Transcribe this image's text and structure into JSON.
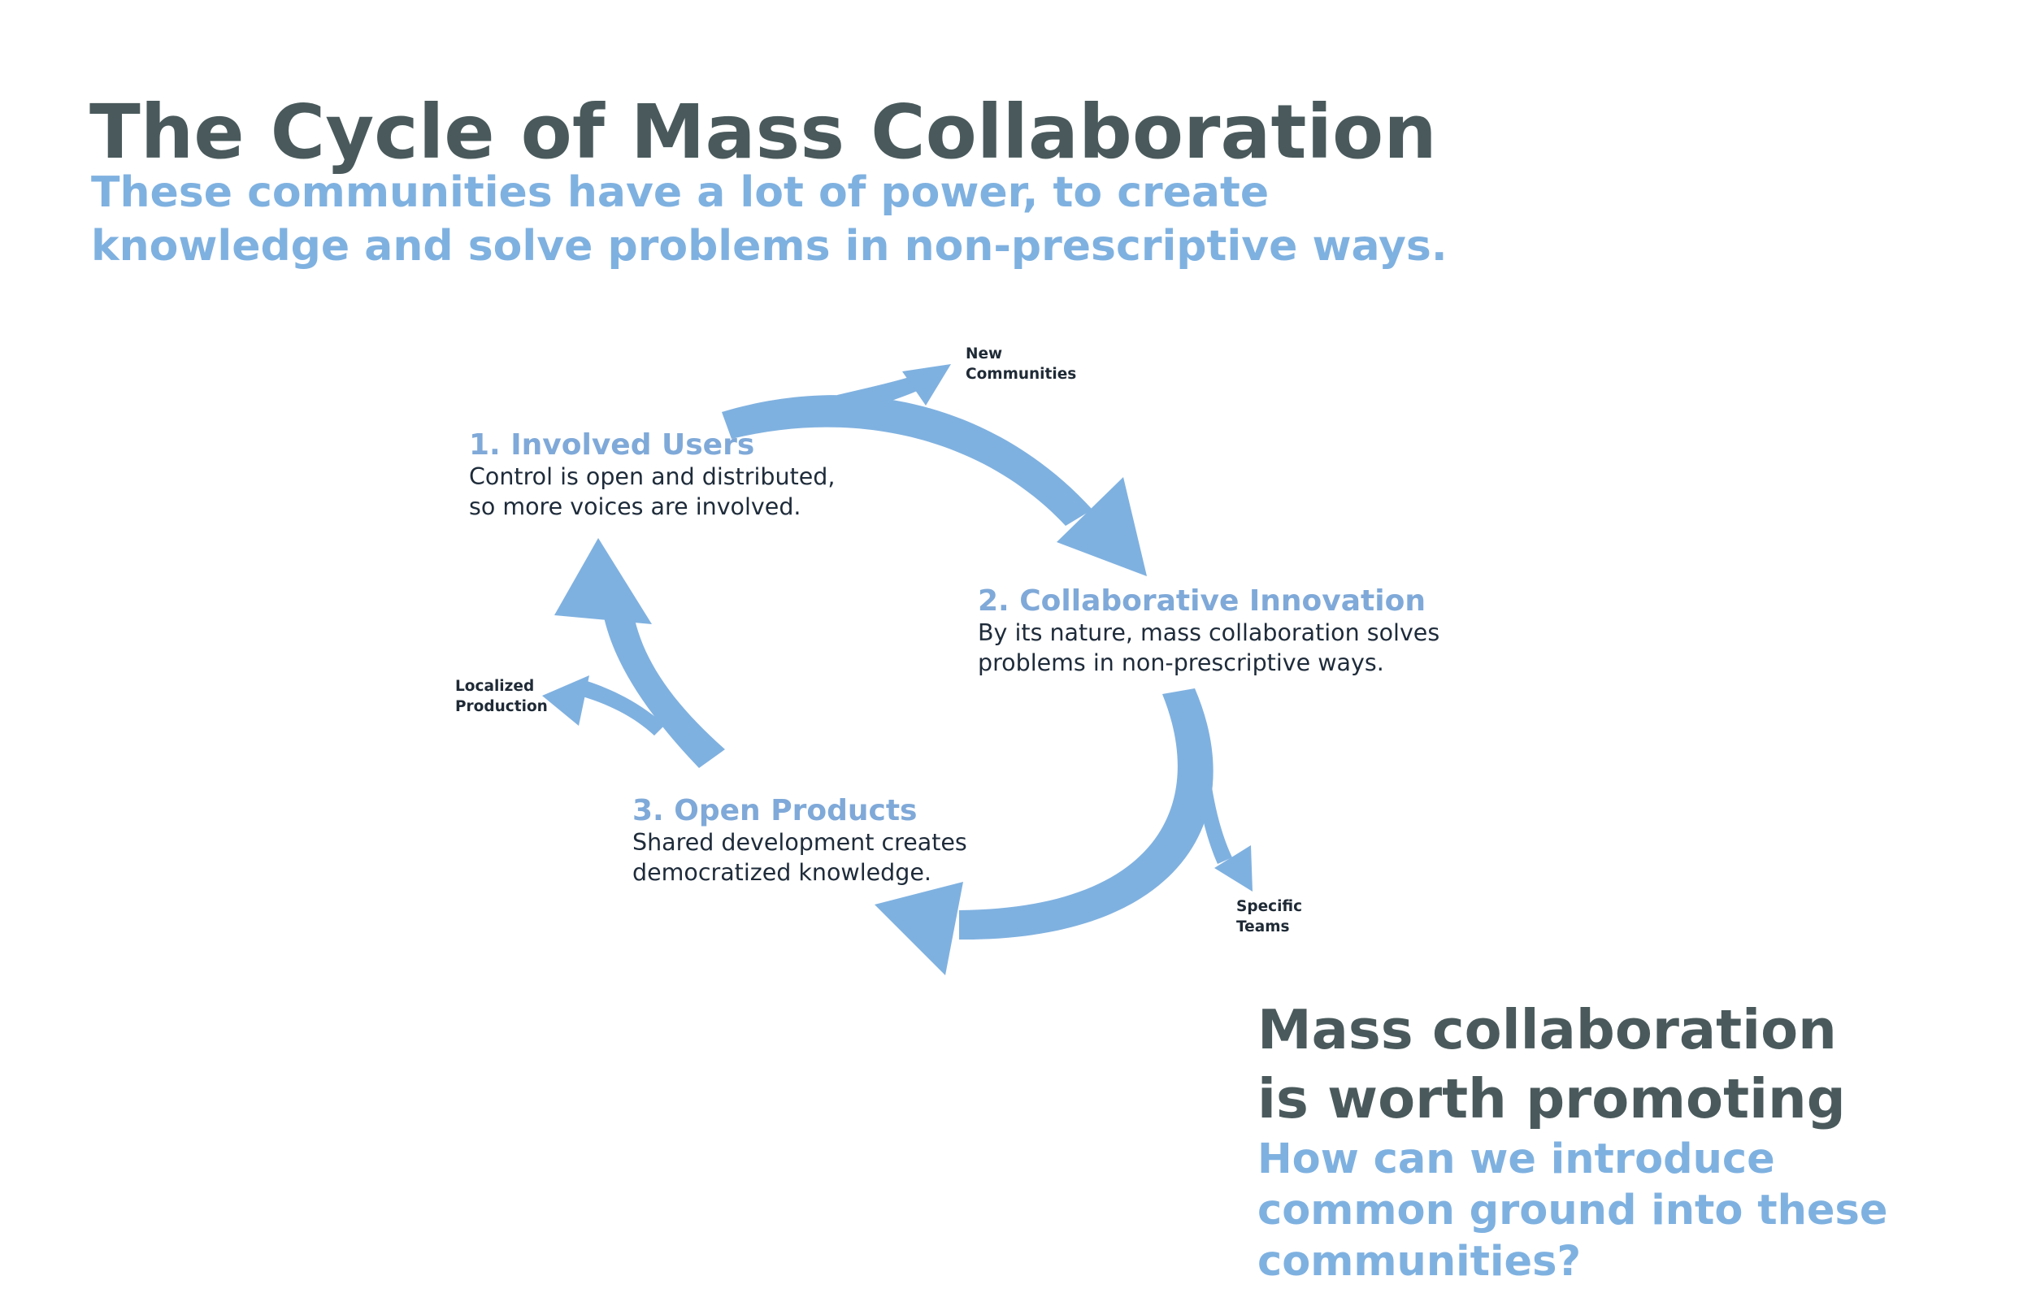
{
  "header": {
    "title": "The Cycle of Mass Collaboration",
    "subtitle": "These communities have a lot of power, to create knowledge and solve problems in non-prescriptive ways."
  },
  "cycle": {
    "stages": [
      {
        "title": "1. Involved Users",
        "description": "Control is open and distributed, so more voices are involved."
      },
      {
        "title": "2. Collaborative Innovation",
        "description": "By its nature, mass collaboration solves problems in non-prescriptive ways."
      },
      {
        "title": "3. Open Products",
        "description": "Shared development creates democratized knowledge."
      }
    ],
    "branches": [
      {
        "label_line1": "New",
        "label_line2": "Communities"
      },
      {
        "label_line1": "Specific",
        "label_line2": "Teams"
      },
      {
        "label_line1": "Localized",
        "label_line2": "Production"
      }
    ],
    "arrow_color": "#7fb1e0"
  },
  "conclusion": {
    "headline_line1": "Mass collaboration",
    "headline_line2": "is worth promoting",
    "question": "How can we introduce common ground into these communities?"
  },
  "colors": {
    "title": "#4a5a5c",
    "accent": "#7fb1e0",
    "stage_title": "#7fa9d8",
    "body_text": "#1e2b3a"
  }
}
